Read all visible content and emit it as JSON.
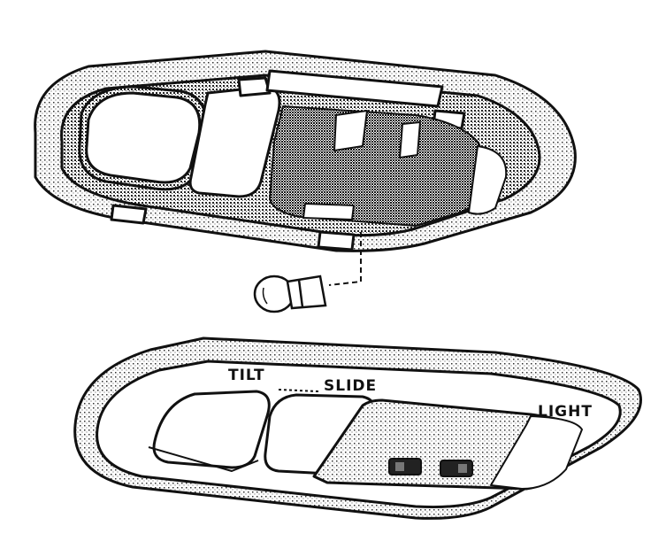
{
  "diagram": {
    "labels": {
      "tilt": "TILT",
      "slide": "SLIDE",
      "light": "LIGHT"
    },
    "colors": {
      "ink": "#111111",
      "paper": "#ffffff",
      "shade": "#9a9a9a"
    }
  }
}
